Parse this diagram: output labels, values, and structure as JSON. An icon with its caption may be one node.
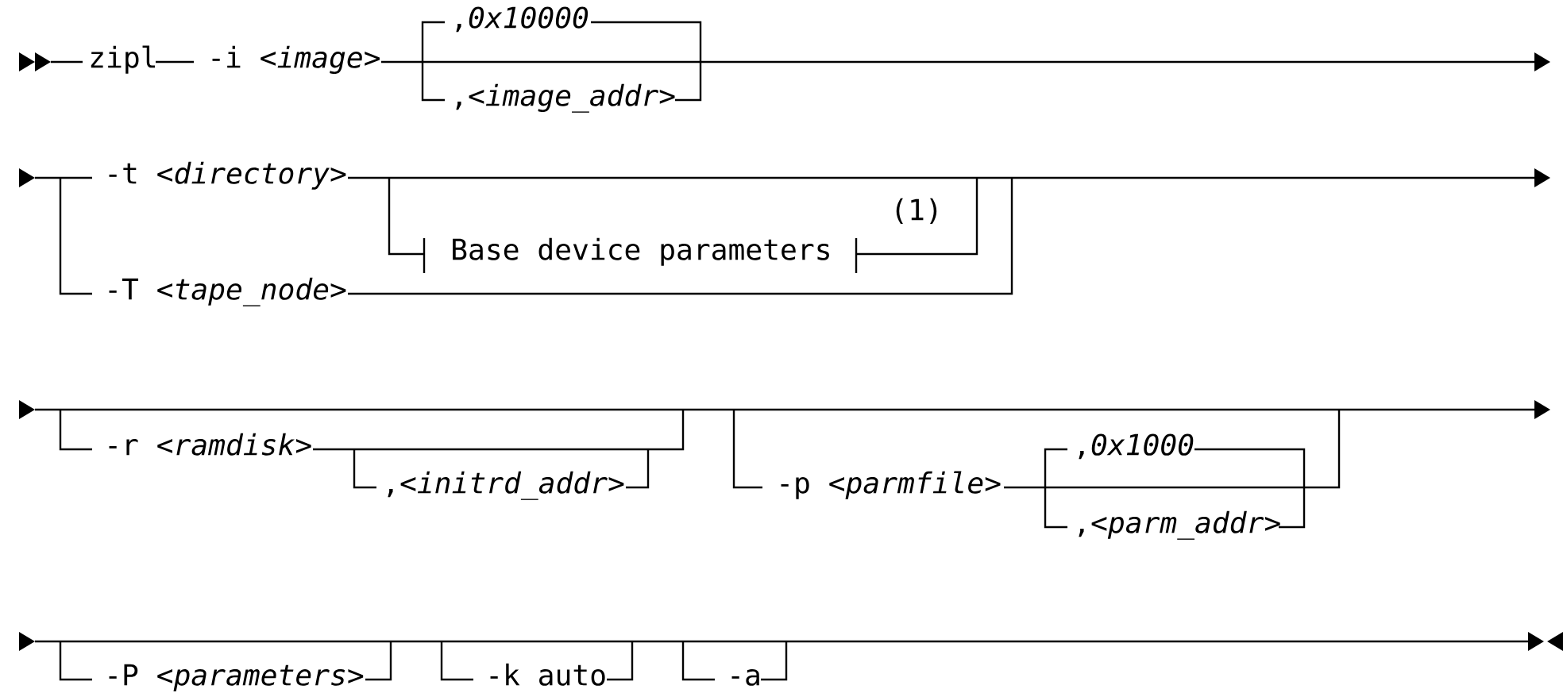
{
  "diagram": {
    "labels": [
      "zipl",
      "-i <*image*>",
      ",*0x10000*",
      ",<*image_addr*>",
      "-t <*directory*>",
      "(1)",
      "Base device parameters",
      "-T <*tape_node*>",
      "-r <*ramdisk*>",
      ",*0x1000*",
      ",<*initrd_addr*>",
      "-p <*parmfile*>",
      ",<*parm_addr*>",
      "-P <*parameters*>",
      "-k auto",
      "-a"
    ]
  }
}
